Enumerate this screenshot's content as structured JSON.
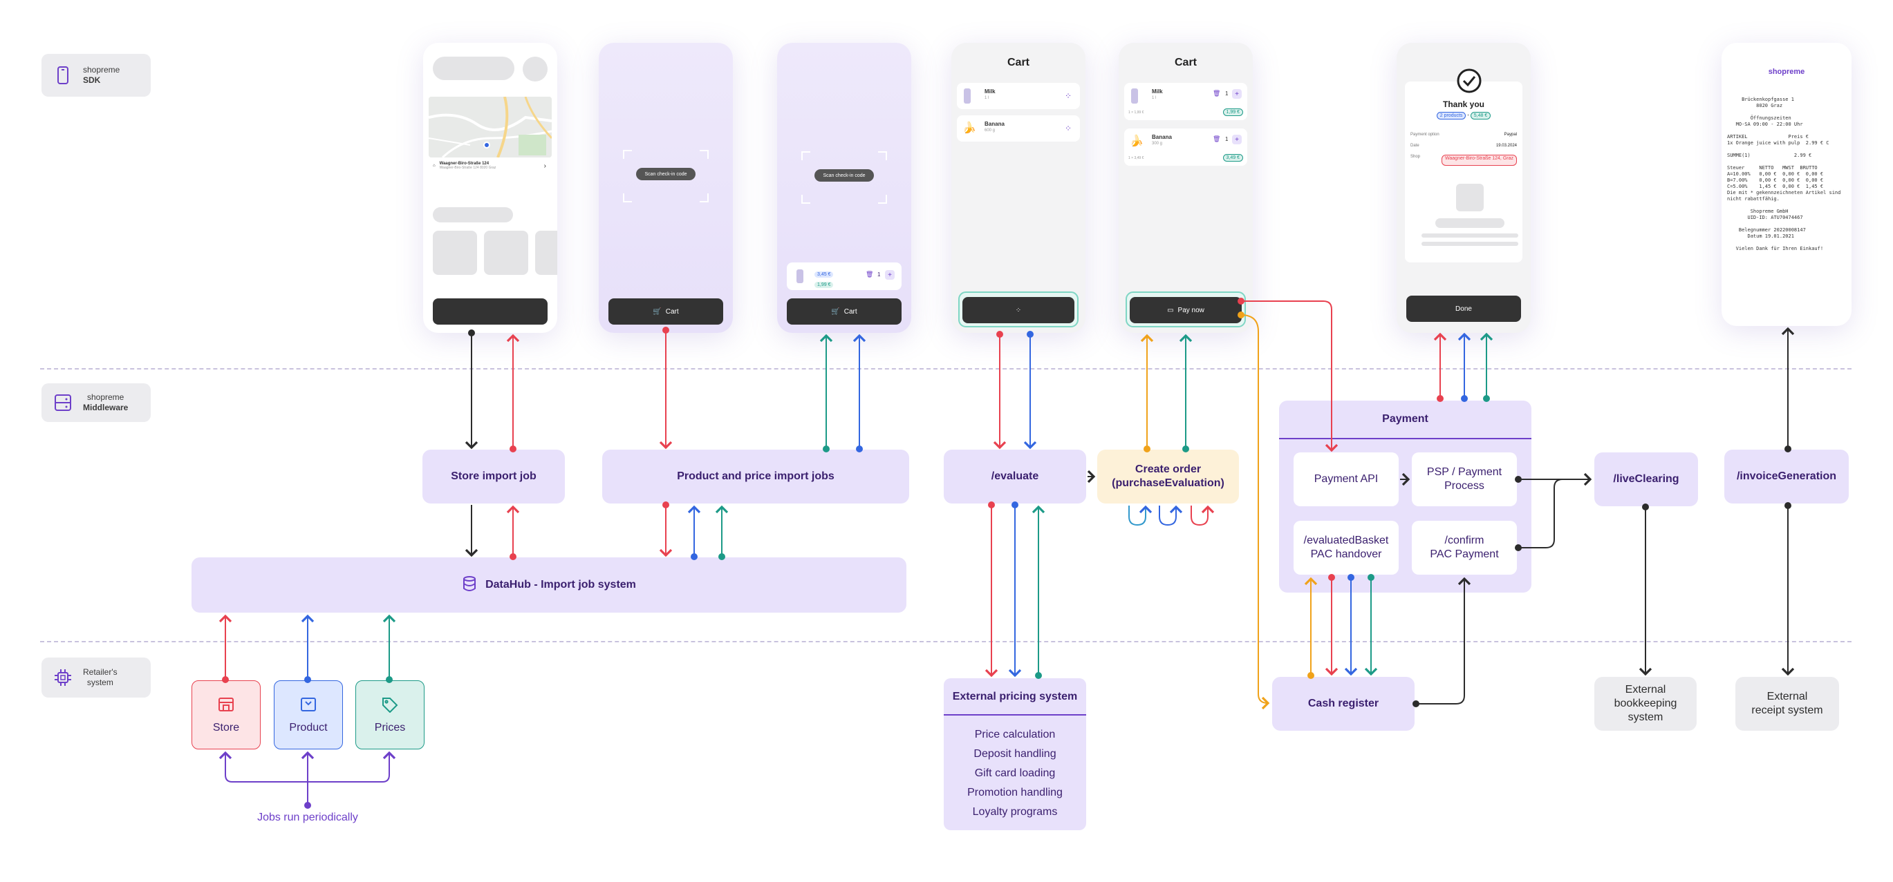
{
  "lanes": {
    "sdk": {
      "prefix": "shopreme",
      "suffix": "SDK"
    },
    "middleware": {
      "line1": "shopreme",
      "line2": "Middleware"
    },
    "retailer": {
      "line1": "Retailer's",
      "line2": "system"
    }
  },
  "phones": {
    "store": {
      "street": "Waagner-Biro-Straße 124",
      "sub": "Waagner-Biro-Straße 124 8020 Graz"
    },
    "scan1": {
      "pill": "Scan check-in code",
      "button": "Cart"
    },
    "scan2": {
      "pill": "Scan check-in code",
      "button": "Cart",
      "tag_top": "3,45 €",
      "tag_bottom": "1,99 €",
      "qty": "1"
    },
    "cart1": {
      "title": "Cart",
      "items": [
        {
          "name": "Milk",
          "sub": "1 l"
        },
        {
          "name": "Banana",
          "sub": "600 g"
        }
      ]
    },
    "cart2": {
      "title": "Cart",
      "items": [
        {
          "name": "Milk",
          "sub": "1 l",
          "qty": "1",
          "price": "1,99 €",
          "small": "1 × 1,99 €"
        },
        {
          "name": "Banana",
          "sub": "300 g",
          "qty": "1",
          "price": "3,49 €",
          "small": "1 × 3,49 €"
        }
      ],
      "button": "Pay now"
    },
    "thanks": {
      "title": "Thank you",
      "products": "2 products",
      "total": "5,48 €",
      "rows": [
        {
          "k": "Payment option",
          "v": "Paypal"
        },
        {
          "k": "Date",
          "v": "19.03.2024"
        },
        {
          "k": "Shop",
          "v": "Waagner-Biro-Straße 124, Graz"
        }
      ],
      "button": "Done"
    },
    "receipt": {
      "brand": "shopreme",
      "lines": [
        "     Brückenkopfgasse 1",
        "          8020 Graz",
        "",
        "        Öffnungszeiten",
        "   MO-SA 09:00 - 22:00 Uhr",
        "",
        "ARTIKEL              Preis €",
        "1x Orange juice with pulp  2.99 € C",
        "",
        "SUMME(1)               2.99 €",
        "",
        "Steuer     NETTO   MWST  BRUTTO",
        "A=10.00%   0,00 €  0,00 €  0,00 €",
        "B=7.00%    0,00 €  0,00 €  0,00 €",
        "C=5.00%    1,45 €  0,00 €  1,45 €",
        "Die mit * gekennzeichneten Artikel sind",
        "nicht rabattfähig.",
        "",
        "        Shopreme GmbH",
        "       UID-ID: ATU70474467",
        "",
        "    Belegnummer 20220008147",
        "       Datum 19.01.2021",
        "",
        "   Vielen Dank für Ihren Einkauf!"
      ]
    }
  },
  "middleware": {
    "store_import": "Store import job",
    "product_import": "Product and price import jobs",
    "evaluate": "/evaluate",
    "create_order_1": "Create order",
    "create_order_2": "(purchaseEvaluation)",
    "payment": "Payment",
    "payment_api": "Payment API",
    "psp_1": "PSP / Payment",
    "psp_2": "Process",
    "evaluated_1": "/evaluatedBasket",
    "evaluated_2": "PAC handover",
    "confirm_1": "/confirm",
    "confirm_2": "PAC Payment",
    "live_clearing": "/liveClearing",
    "invoice": "/invoiceGeneration",
    "datahub": "DataHub - Import job system"
  },
  "retailer": {
    "store": "Store",
    "product": "Product",
    "prices": "Prices",
    "jobs_note": "Jobs run periodically",
    "pricing_title": "External pricing system",
    "pricing_items": [
      "Price calculation",
      "Deposit handling",
      "Gift card loading",
      "Promotion handling",
      "Loyalty programs"
    ],
    "cash_register": "Cash register",
    "bookkeeping_1": "External",
    "bookkeeping_2": "bookkeeping",
    "bookkeeping_3": "system",
    "receipt_sys_1": "External",
    "receipt_sys_2": "receipt system"
  },
  "colors": {
    "red": "#e8414f",
    "blue": "#3366e0",
    "teal": "#1c9a87",
    "black": "#2b2b2b",
    "orange": "#f0a21a",
    "purple": "#6d3fc9",
    "lavender": "#e8e1fb"
  }
}
